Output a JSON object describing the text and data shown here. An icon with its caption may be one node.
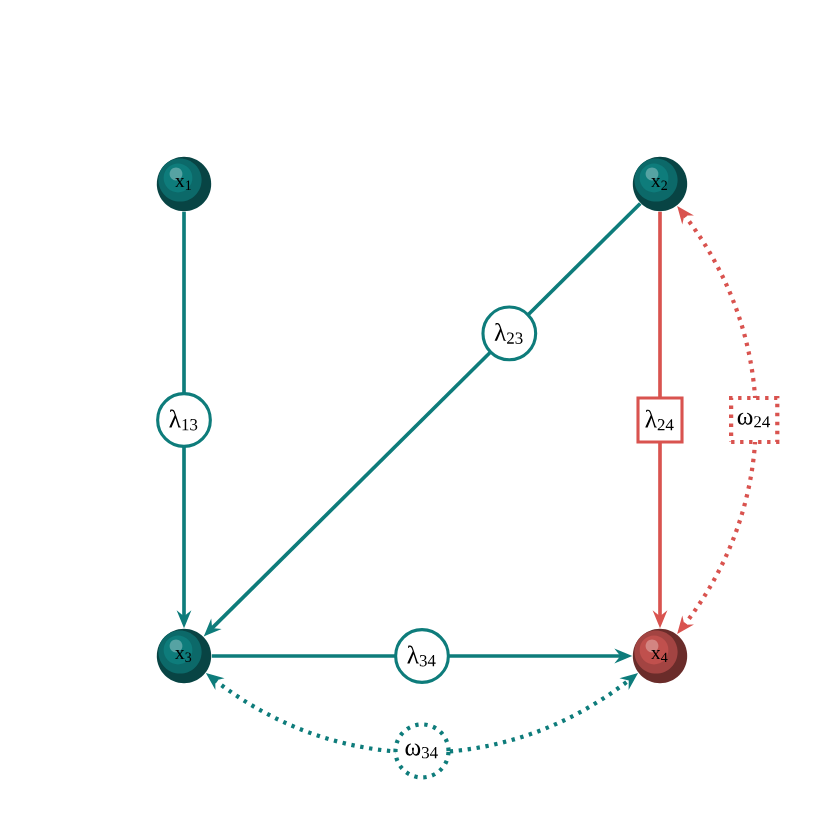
{
  "diagram": {
    "nodes": [
      {
        "text": [
          "x$_{1}$"
        ]
      },
      {
        "text": [
          "x$_{2}$"
        ]
      },
      {
        "text": [
          "x$_{3}$"
        ]
      },
      {
        "text": [
          "x$_{4}$"
        ]
      }
    ],
    "edges": [
      {
        "from": 0,
        "to": 2,
        "arrow": "to",
        "label": "λ$_{13}$"
      },
      {
        "from": 1,
        "to": 2,
        "arrow": "to",
        "label": "λ$_{23}$"
      },
      {
        "from": 1,
        "to": 3,
        "arrow": "to",
        "label": "λ$_{24}$",
        "color": "#d9534f"
      },
      {
        "from": 2,
        "to": 3,
        "arrow": "to",
        "label": "λ$_{34}$"
      },
      {
        "from": 1,
        "to": 3,
        "arrow": "both",
        "label": "ω$_{24}$",
        "style": "dashed",
        "color": "#d9534f"
      },
      {
        "from": 2,
        "to": 3,
        "arrow": "both",
        "label": "ω$_{34}$",
        "style": "dashed"
      }
    ]
  }
}
